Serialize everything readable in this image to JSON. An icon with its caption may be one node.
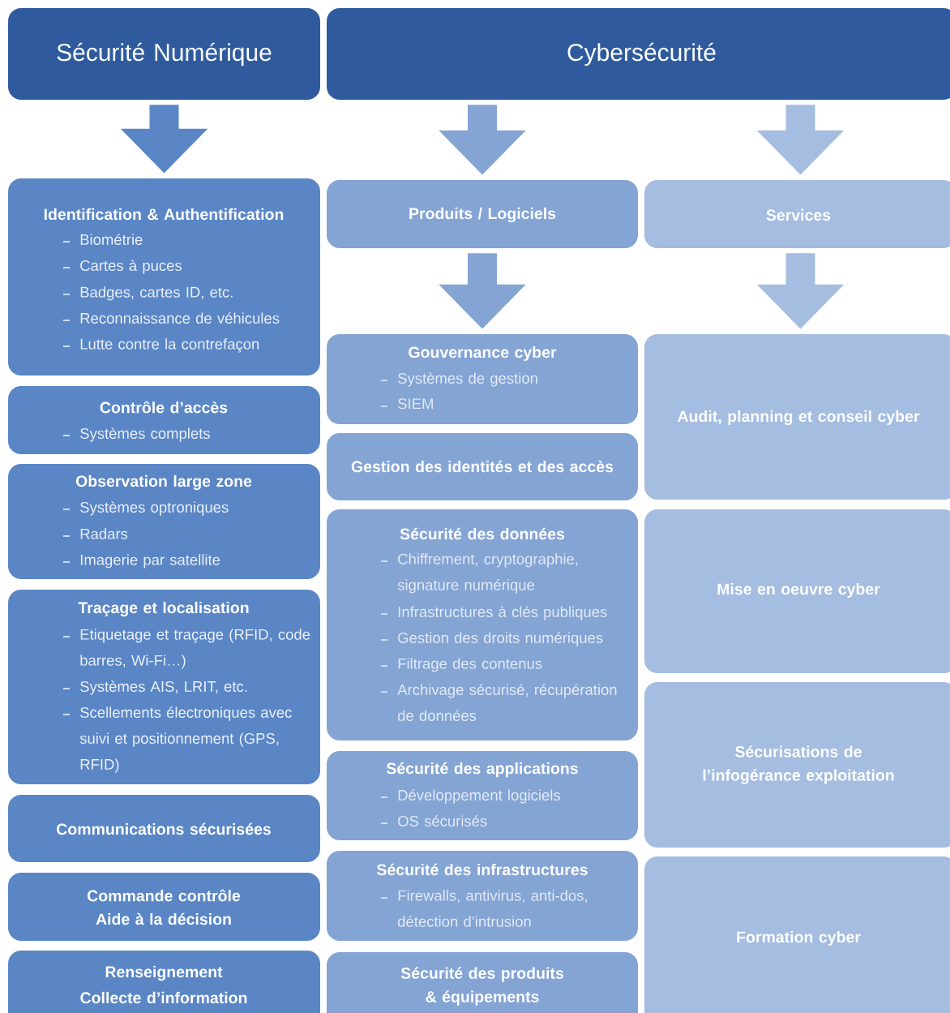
{
  "diagram": {
    "nodes": [
      {
        "text": [
          "Sécurité Numérique"
        ]
      },
      {
        "text": [
          "Cybersécurité"
        ]
      },
      {
        "text": [
          "Identification & Authentification",
          "Biométrie",
          "Cartes à puces",
          "Badges, cartes ID, etc.",
          "Reconnaissance de véhicules",
          "Lutte contre la contrefaçon"
        ]
      },
      {
        "text": [
          "Contrôle d’accès",
          "Systèmes complets"
        ]
      },
      {
        "text": [
          "Observation large zone",
          "Systèmes optroniques",
          "Radars",
          "Imagerie par satellite"
        ]
      },
      {
        "text": [
          "Traçage et localisation",
          "Etiquetage et traçage (RFID, code barres, Wi-Fi…)",
          "Systèmes AIS, LRIT, etc.",
          "Scellements électroniques avec suivi et positionnement (GPS, RFID)"
        ]
      },
      {
        "text": [
          "Communications sécurisées"
        ]
      },
      {
        "text": [
          "Commande contrôle",
          "Aide à la décision"
        ]
      },
      {
        "text": [
          "Renseignement",
          "Collecte d’information"
        ]
      },
      {
        "text": [
          "Produits / Logiciels"
        ]
      },
      {
        "text": [
          "Services"
        ]
      },
      {
        "text": [
          "Gouvernance cyber",
          "Systèmes de gestion",
          "SIEM"
        ]
      },
      {
        "text": [
          "Gestion des identités et des accès"
        ]
      },
      {
        "text": [
          "Sécurité des données",
          "Chiffrement, cryptographie, signature numérique",
          "Infrastructures à clés publiques",
          "Gestion des droits numériques",
          "Filtrage des contenus",
          "Archivage sécurisé, récupération de données"
        ]
      },
      {
        "text": [
          "Sécurité des applications",
          "Développement logiciels",
          "OS sécurisés"
        ]
      },
      {
        "text": [
          "Sécurité des infrastructures",
          "Firewalls, antivirus, anti-dos, détection d’intrusion"
        ]
      },
      {
        "text": [
          "Sécurité des produits & équipements"
        ]
      },
      {
        "text": [
          "Audit, planning et conseil cyber"
        ]
      },
      {
        "text": [
          "Mise en oeuvre cyber"
        ]
      },
      {
        "text": [
          "Sécurisations de l’infogérance exploitation"
        ]
      },
      {
        "text": [
          "Formation cyber"
        ]
      }
    ],
    "edges": [
      {
        "from": 0,
        "to": 2,
        "arrow": "to",
        "color": "#5a86c6"
      },
      {
        "from": 1,
        "to": 9,
        "arrow": "to",
        "color": "#84a4d4"
      },
      {
        "from": 1,
        "to": 10,
        "arrow": "to",
        "color": "#a4bde0"
      },
      {
        "from": 9,
        "to": 11,
        "arrow": "to",
        "color": "#84a4d4"
      },
      {
        "from": 10,
        "to": 17,
        "arrow": "to",
        "color": "#a4bde0"
      }
    ]
  }
}
